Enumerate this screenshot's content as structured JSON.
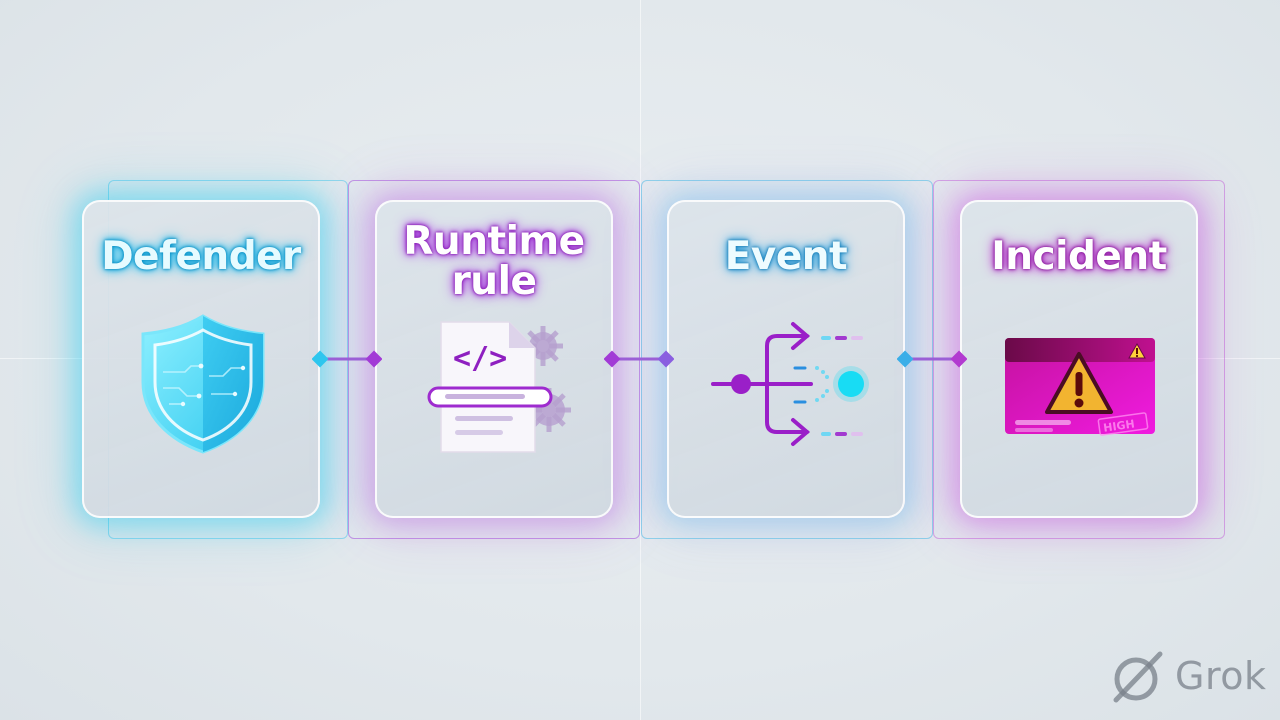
{
  "steps": [
    {
      "title": "Defender",
      "icon": "shield-icon"
    },
    {
      "title_lines": [
        "Runtime",
        "rule"
      ],
      "icon": "code-document-icon"
    },
    {
      "title": "Event",
      "icon": "event-flow-icon"
    },
    {
      "title": "Incident",
      "icon": "incident-alert-icon"
    }
  ],
  "incident_badge": "HIGH",
  "watermark": "Grok",
  "colors": {
    "cyan": "#22c4ee",
    "purple": "#9b2fd6",
    "magenta": "#e81ad8",
    "background": "#e4eaee"
  }
}
